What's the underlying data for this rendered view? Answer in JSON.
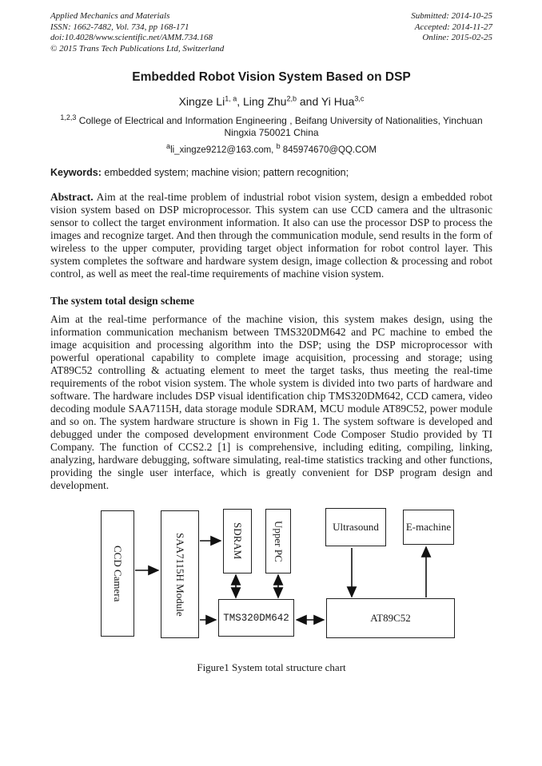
{
  "header": {
    "left": [
      "Applied Mechanics and Materials",
      "ISSN: 1662-7482, Vol. 734, pp 168-171",
      "doi:10.4028/www.scientific.net/AMM.734.168",
      "© 2015 Trans Tech Publications Ltd, Switzerland"
    ],
    "right": [
      "Submitted: 2014-10-25",
      "Accepted: 2014-11-27",
      "Online: 2015-02-25"
    ]
  },
  "title": "Embedded Robot Vision System Based on DSP",
  "authors": [
    {
      "name": "Xingze Li",
      "sup": "1, a",
      "sep": ", "
    },
    {
      "name": "Ling Zhu",
      "sup": "2,b",
      "sep": " and "
    },
    {
      "name": "Yi Hua",
      "sup": "3,c",
      "sep": ""
    }
  ],
  "affiliation": {
    "sup": "1,2,3",
    "text": "College of Electrical and Information Engineering , Beifang University of Nationalities, Yinchuan Ningxia 750021 China"
  },
  "emails": {
    "sup_a": "a",
    "a": "li_xingze9212@163.com,",
    "sup_b": "b",
    "b": "845974670@QQ.COM"
  },
  "keywords": {
    "label": "Keywords:",
    "text": " embedded system; machine vision; pattern recognition;"
  },
  "abstract": {
    "label": "Abstract.",
    "text": " Aim at the real-time problem of industrial robot vision system, design a embedded robot vision system based on DSP microprocessor. This system can use CCD camera and the ultrasonic sensor to collect the target environment information. It also can use the processor DSP to process the images and recognize target. And then through the communication module, send results in the form of wireless to the upper computer, providing target object information for robot control layer. This system completes the software and hardware system design, image collection & processing and robot control, as well as meet the real-time requirements of machine vision system."
  },
  "section": {
    "heading": "The system total design scheme",
    "body": "Aim at the real-time performance of the machine vision, this system makes design, using the information communication mechanism between TMS320DM642 and PC machine to embed the image acquisition and processing algorithm into the DSP; using the DSP microprocessor with powerful operational capability to complete image acquisition, processing and storage; using AT89C52 controlling & actuating element to meet the target tasks, thus meeting the real-time requirements of the robot vision system. The whole system is divided into two parts of hardware and software. The hardware includes DSP visual identification chip TMS320DM642, CCD camera, video decoding module SAA7115H, data storage module SDRAM, MCU module AT89C52, power module and so on. The system hardware structure is shown in Fig 1. The system software is developed and debugged under the composed development environment Code Composer Studio provided by TI Company. The function of CCS2.2 [1] is comprehensive, including editing, compiling, linking, analyzing, hardware debugging, software simulating, real-time statistics tracking and other functions, providing the single user interface, which is greatly convenient for DSP program design and development."
  },
  "figure": {
    "boxes": {
      "ccd": "CCD Camera",
      "saa": "SAA7115H Module",
      "sdram": "SDRAM",
      "upper_pc": "Upper PC",
      "tms": "TMS320DM642",
      "ultrasound": "Ultrasound",
      "emachine": "E-machine",
      "at89": "AT89C52"
    },
    "caption": "Figure1 System total structure chart"
  },
  "colors": {
    "text": "#1a1a1a",
    "page_bg": "#ffffff",
    "line": "#111111"
  }
}
